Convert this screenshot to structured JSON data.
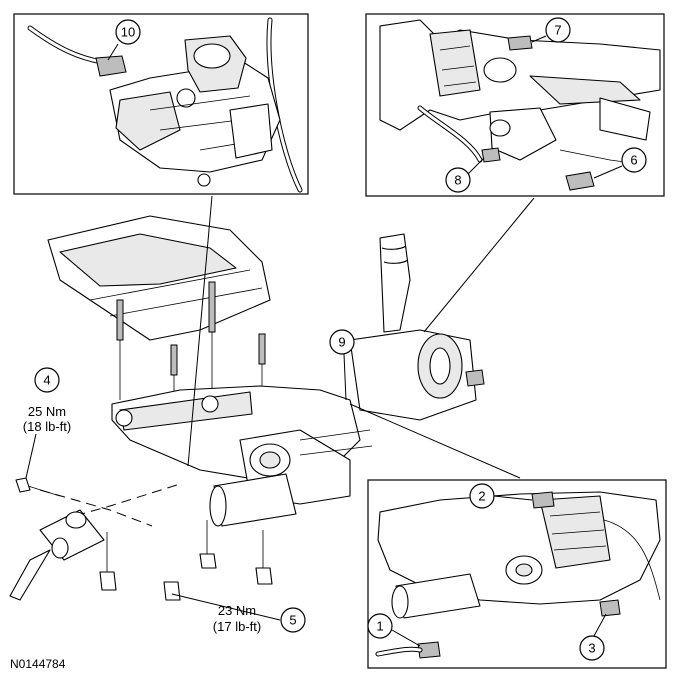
{
  "callouts": [
    {
      "id": "c1",
      "label": "1"
    },
    {
      "id": "c2",
      "label": "2"
    },
    {
      "id": "c3",
      "label": "3"
    },
    {
      "id": "c4",
      "label": "4"
    },
    {
      "id": "c5",
      "label": "5"
    },
    {
      "id": "c6",
      "label": "6"
    },
    {
      "id": "c7",
      "label": "7"
    },
    {
      "id": "c8",
      "label": "8"
    },
    {
      "id": "c9",
      "label": "9"
    },
    {
      "id": "c10",
      "label": "10"
    }
  ],
  "torque_specs": {
    "upper": {
      "nm": "25 Nm",
      "lbft": "(18 lb-ft)"
    },
    "lower": {
      "nm": "23 Nm",
      "lbft": "(17 lb-ft)"
    }
  },
  "figure_ref": "N0144784"
}
